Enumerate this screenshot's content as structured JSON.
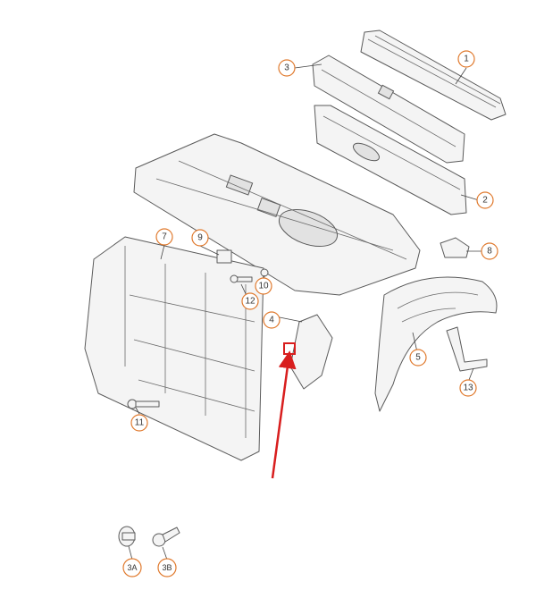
{
  "callouts": {
    "c1": "1",
    "c2": "2",
    "c3": "3",
    "c4": "4",
    "c5": "5",
    "c7": "7",
    "c8": "8",
    "c9": "9",
    "c10": "10",
    "c11": "11",
    "c12": "12",
    "c13": "13",
    "c3a": "3A",
    "c3b": "3B"
  },
  "colors": {
    "callout_ring": "#e07a2e",
    "highlight_arrow": "#d81e1e",
    "line_art": "#5a5a5a"
  }
}
